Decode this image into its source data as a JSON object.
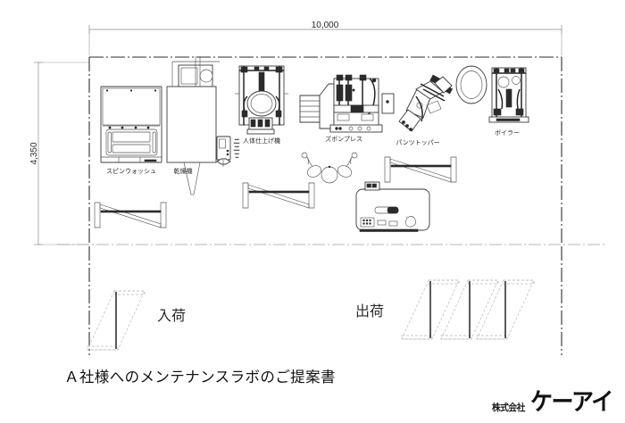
{
  "document": {
    "kind": "factory-floor-layout-drawing",
    "proposal_title": "Ａ社様へのメンテナンスラボのご提案書"
  },
  "logo": {
    "company_prefix": "株式会社",
    "company_mark": "ケーアイ"
  },
  "dimensions": {
    "width_label": "10,000",
    "height_label": "4,350"
  },
  "machines": [
    {
      "id": "spin-wash",
      "label": "スピンウォッシュ"
    },
    {
      "id": "dryer",
      "label": "乾燥機"
    },
    {
      "id": "body-finisher",
      "label": "人体仕上げ機"
    },
    {
      "id": "trouser-press",
      "label": "ズボンプレス"
    },
    {
      "id": "pants-topper",
      "label": "パンツトッパー"
    },
    {
      "id": "boiler",
      "label": "ボイラー"
    }
  ],
  "flow_labels": {
    "inbound": "入荷",
    "outbound": "出荷"
  },
  "colors": {
    "line": "#3a3a3a",
    "thin_line": "#8c8c8c",
    "dimension": "#6e6e6e",
    "text": "#1a1a1a",
    "fill": "#ffffff"
  }
}
